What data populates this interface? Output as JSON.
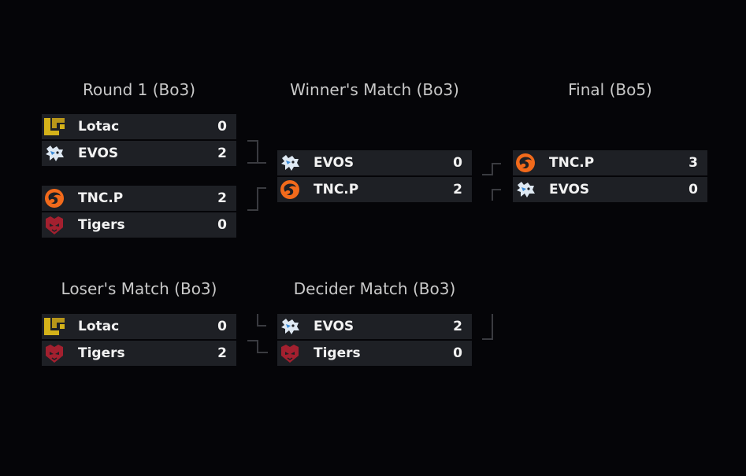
{
  "rounds": {
    "round1": "Round 1 (Bo3)",
    "winners": "Winner's Match (Bo3)",
    "final": "Final (Bo5)",
    "losers": "Loser's Match (Bo3)",
    "decider": "Decider Match (Bo3)"
  },
  "matches": {
    "r1a": [
      {
        "team": "Lotac",
        "score": "0",
        "logo": "lotac-logo"
      },
      {
        "team": "EVOS",
        "score": "2",
        "logo": "evos-logo"
      }
    ],
    "r1b": [
      {
        "team": "TNC.P",
        "score": "2",
        "logo": "tnc-logo"
      },
      {
        "team": "Tigers",
        "score": "0",
        "logo": "tigers-logo"
      }
    ],
    "winners": [
      {
        "team": "EVOS",
        "score": "0",
        "logo": "evos-logo"
      },
      {
        "team": "TNC.P",
        "score": "2",
        "logo": "tnc-logo"
      }
    ],
    "final": [
      {
        "team": "TNC.P",
        "score": "3",
        "logo": "tnc-logo"
      },
      {
        "team": "EVOS",
        "score": "0",
        "logo": "evos-logo"
      }
    ],
    "losers": [
      {
        "team": "Lotac",
        "score": "0",
        "logo": "lotac-logo"
      },
      {
        "team": "Tigers",
        "score": "2",
        "logo": "tigers-logo"
      }
    ],
    "decider": [
      {
        "team": "EVOS",
        "score": "2",
        "logo": "evos-logo"
      },
      {
        "team": "Tigers",
        "score": "0",
        "logo": "tigers-logo"
      }
    ]
  },
  "colors": {
    "row_bg": "#1e2025",
    "lotac": "#d4b21a",
    "tnc": "#f26a1b",
    "tigers": "#a3202f",
    "evos": "#e8f0f8"
  }
}
